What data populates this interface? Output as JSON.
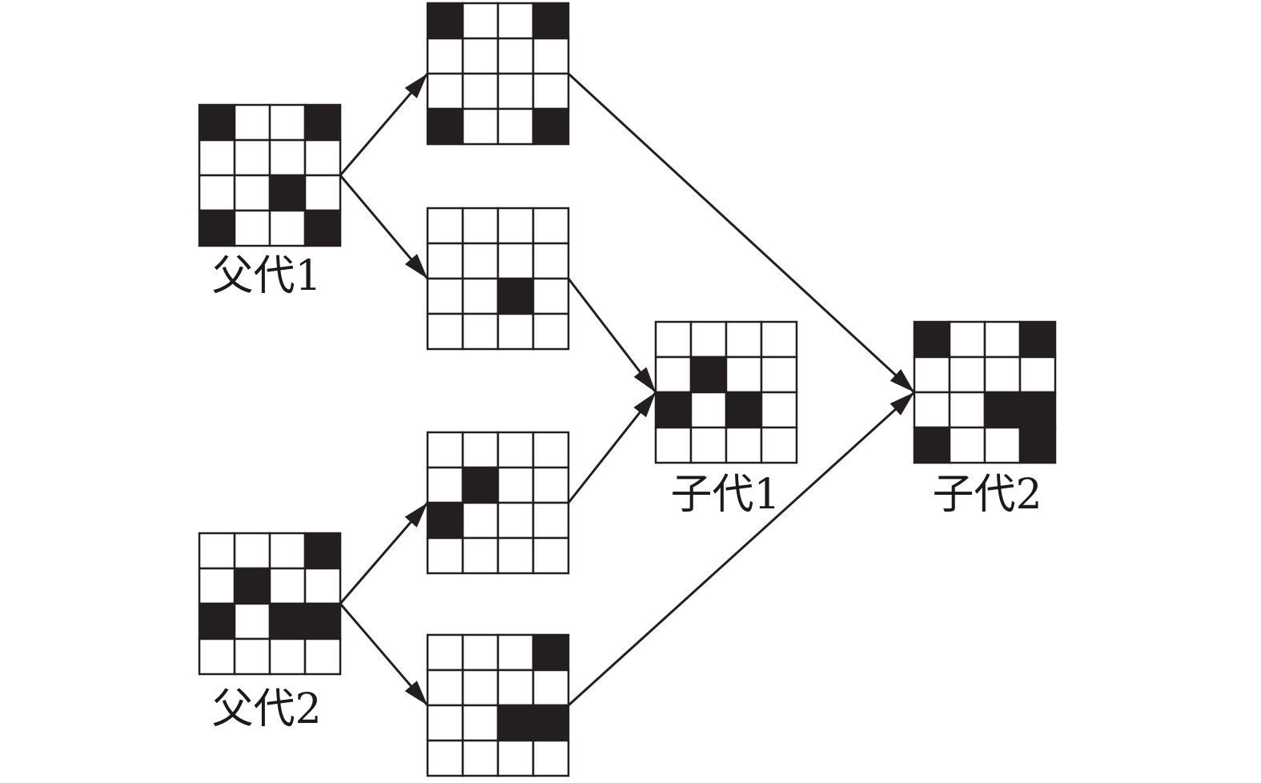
{
  "colors": {
    "filled": "#231f20",
    "empty": "#ffffff",
    "line": "#231f20"
  },
  "grids": [
    {
      "id": "parent1",
      "label": "父代1",
      "cells": [
        [
          1,
          0,
          0,
          1
        ],
        [
          0,
          0,
          0,
          0
        ],
        [
          0,
          0,
          1,
          0
        ],
        [
          1,
          0,
          0,
          1
        ]
      ]
    },
    {
      "id": "parent2",
      "label": "父代2",
      "cells": [
        [
          0,
          0,
          0,
          1
        ],
        [
          0,
          1,
          0,
          0
        ],
        [
          1,
          0,
          1,
          1
        ],
        [
          0,
          0,
          0,
          0
        ]
      ]
    },
    {
      "id": "p1-part-a",
      "label": "",
      "cells": [
        [
          1,
          0,
          0,
          1
        ],
        [
          0,
          0,
          0,
          0
        ],
        [
          0,
          0,
          0,
          0
        ],
        [
          1,
          0,
          0,
          1
        ]
      ]
    },
    {
      "id": "p1-part-b",
      "label": "",
      "cells": [
        [
          0,
          0,
          0,
          0
        ],
        [
          0,
          0,
          0,
          0
        ],
        [
          0,
          0,
          1,
          0
        ],
        [
          0,
          0,
          0,
          0
        ]
      ]
    },
    {
      "id": "p2-part-a",
      "label": "",
      "cells": [
        [
          0,
          0,
          0,
          0
        ],
        [
          0,
          1,
          0,
          0
        ],
        [
          1,
          0,
          0,
          0
        ],
        [
          0,
          0,
          0,
          0
        ]
      ]
    },
    {
      "id": "p2-part-b",
      "label": "",
      "cells": [
        [
          0,
          0,
          0,
          1
        ],
        [
          0,
          0,
          0,
          0
        ],
        [
          0,
          0,
          1,
          1
        ],
        [
          0,
          0,
          0,
          0
        ]
      ]
    },
    {
      "id": "child1",
      "label": "子代1",
      "cells": [
        [
          0,
          0,
          0,
          0
        ],
        [
          0,
          1,
          0,
          0
        ],
        [
          1,
          0,
          1,
          0
        ],
        [
          0,
          0,
          0,
          0
        ]
      ]
    },
    {
      "id": "child2",
      "label": "子代2",
      "cells": [
        [
          1,
          0,
          0,
          1
        ],
        [
          0,
          0,
          0,
          0
        ],
        [
          0,
          0,
          1,
          1
        ],
        [
          1,
          0,
          0,
          1
        ]
      ]
    }
  ],
  "edges": [
    {
      "from": "parent1",
      "to": "p1-part-a"
    },
    {
      "from": "parent1",
      "to": "p1-part-b"
    },
    {
      "from": "parent2",
      "to": "p2-part-a"
    },
    {
      "from": "parent2",
      "to": "p2-part-b"
    },
    {
      "from": "p1-part-b",
      "to": "child1"
    },
    {
      "from": "p2-part-a",
      "to": "child1"
    },
    {
      "from": "p1-part-a",
      "to": "child2"
    },
    {
      "from": "p2-part-b",
      "to": "child2"
    }
  ]
}
